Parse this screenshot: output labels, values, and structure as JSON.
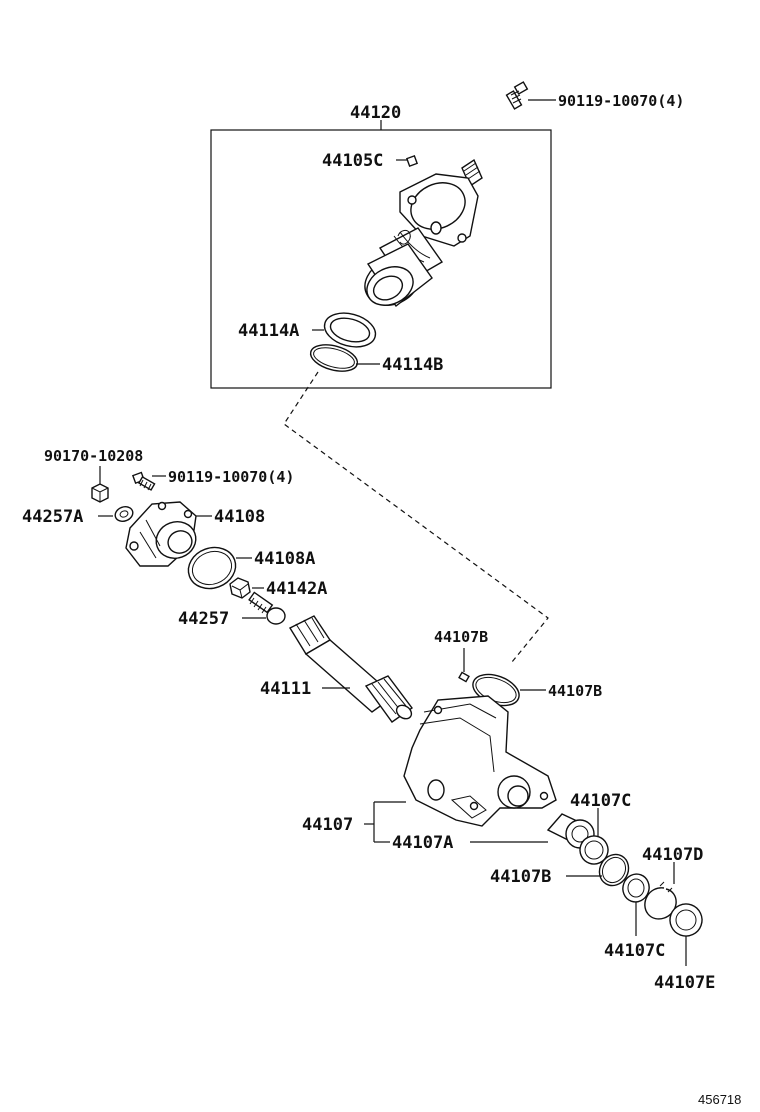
{
  "labels": {
    "l_44120": "44120",
    "l_90119_top": "90119-10070(4)",
    "l_44105c": "44105C",
    "l_44114a": "44114A",
    "l_44114b": "44114B",
    "l_90170": "90170-10208",
    "l_90119_mid": "90119-10070(4)",
    "l_44257a": "44257A",
    "l_44108": "44108",
    "l_44108a": "44108A",
    "l_44142a": "44142A",
    "l_44257": "44257",
    "l_44107b_top": "44107B",
    "l_44107b_ring": "44107B",
    "l_44111": "44111",
    "l_44107c_top": "44107C",
    "l_44107": "44107",
    "l_44107a": "44107A",
    "l_44107d": "44107D",
    "l_44107b_low": "44107B",
    "l_44107c_low": "44107C",
    "l_44107e": "44107E"
  },
  "diagram_id": "456718"
}
